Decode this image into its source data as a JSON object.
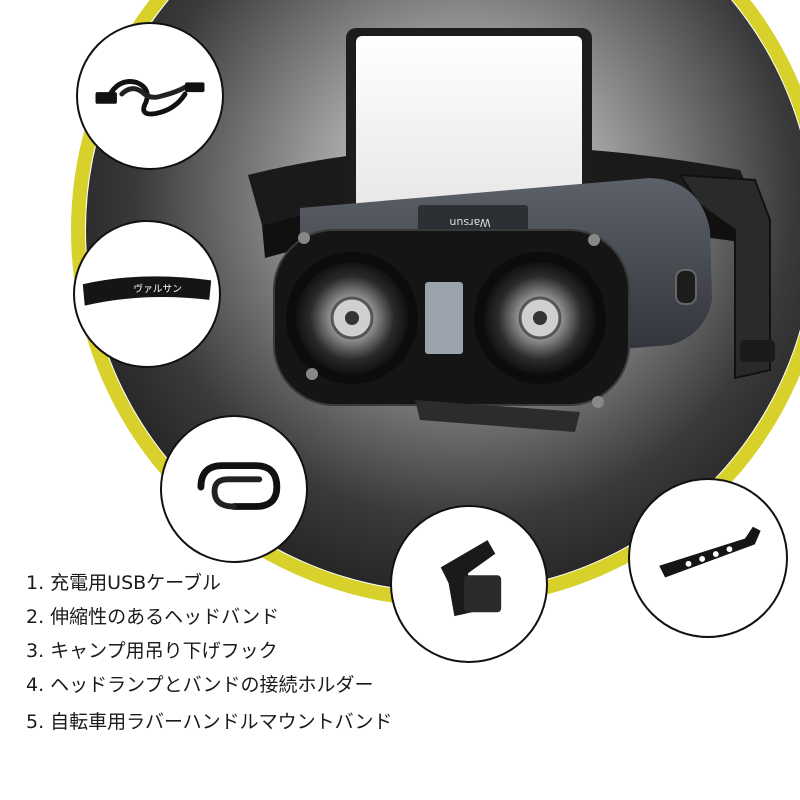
{
  "accessories": {
    "headband_logo": "ヴァルサン",
    "items": [
      {
        "label": "1. 充電用USBケーブル"
      },
      {
        "label": "2. 伸縮性のあるヘッドバンド"
      },
      {
        "label": "3. キャンプ用吊り下げフック"
      },
      {
        "label": "4. ヘッドランプとバンドの接続ホルダー"
      },
      {
        "label": "5. 自転車用ラバーハンドルマウントバンド"
      }
    ]
  },
  "colors": {
    "accent_ring": "#d8d12c",
    "backdrop": "#2a2a2a",
    "lamp_body": "#3b3f46"
  }
}
